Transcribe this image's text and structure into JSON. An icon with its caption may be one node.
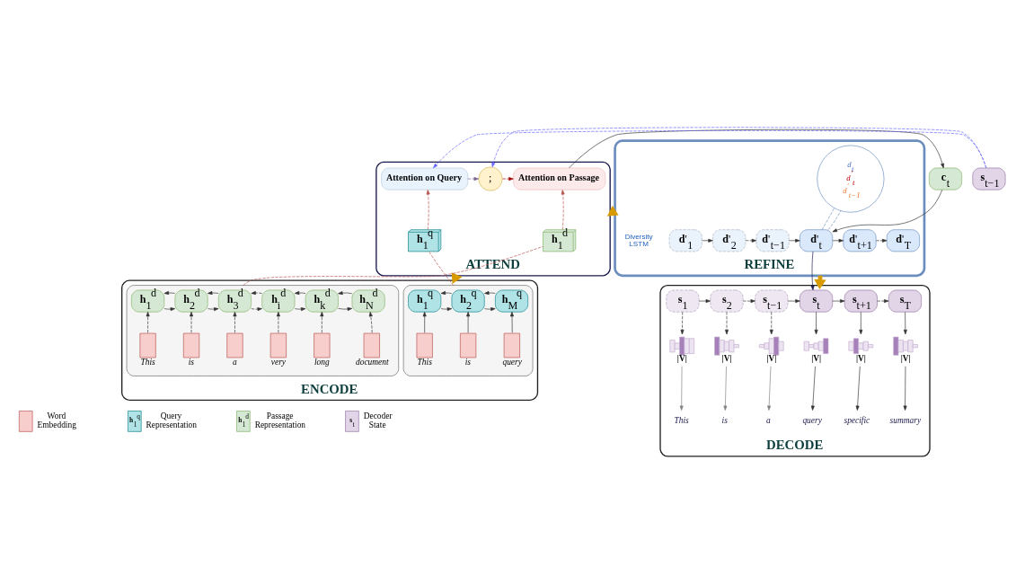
{
  "diagram": {
    "nodes": [
      {
        "text": [
          "ATTEND"
        ]
      },
      {
        "text": [
          "Attention on Query"
        ],
        "in": 0
      },
      {
        "text": [
          ";"
        ],
        "in": 0
      },
      {
        "text": [
          "Attention on Passage"
        ],
        "in": 0
      },
      {
        "text": [
          "**h**$_{1}$$^{q}$"
        ],
        "in": 0
      },
      {
        "text": [
          "**h**$_{1}$$^{d}$"
        ],
        "in": 0
      },
      {
        "text": [
          "**s**$_{t−1}$"
        ]
      },
      {
        "text": [
          "**c**$_{t}$"
        ]
      },
      {
        "text": [
          "REFINE"
        ]
      },
      {
        "text": [
          "d$_{t}$",
          "d$^{′}$$_{t}$",
          "d$^{′}$$_{t−1}$"
        ],
        "in": 8
      },
      {
        "text": [
          "**d**'$_{1}$"
        ],
        "in": 8
      },
      {
        "text": [
          "**d**'$_{2}$"
        ],
        "in": 8
      },
      {
        "text": [
          "**d**'$_{t−1}$"
        ],
        "in": 8
      },
      {
        "text": [
          "**d**'$_{t}$"
        ],
        "in": 8
      },
      {
        "text": [
          "**d**'$_{t+1}$"
        ],
        "in": 8
      },
      {
        "text": [
          "**d**'$_{T}$"
        ],
        "in": 8
      },
      {
        "text": [
          "ENCODE"
        ]
      },
      {
        "text": [],
        "shape": "box",
        "in": 16
      },
      {
        "text": [
          "**h**$_{1}$$^{q}$"
        ],
        "in": 17
      },
      {
        "text": [
          "**h**$_{2}$$^{q}$"
        ],
        "in": 17
      },
      {
        "text": [
          "**h**$_{M}$$^{q}$"
        ],
        "in": 17
      },
      {
        "text": [],
        "shape": "box",
        "in": 17,
        "beside": [
          "This"
        ]
      },
      {
        "text": [],
        "shape": "box",
        "in": 17,
        "beside": [
          "is"
        ]
      },
      {
        "text": [],
        "shape": "box",
        "in": 17,
        "beside": [
          "query"
        ]
      },
      {
        "text": [],
        "shape": "box",
        "in": 16
      },
      {
        "text": [
          "**h**$_{1}$$^{d}$"
        ],
        "in": 24
      },
      {
        "text": [
          "**h**$_{2}$$^{d}$"
        ],
        "in": 24
      },
      {
        "text": [
          "**h**$_{3}$$^{d}$"
        ],
        "in": 24
      },
      {
        "text": [
          "**h**$_{i}$$^{d}$"
        ],
        "in": 24
      },
      {
        "text": [
          "**h**$_{k}$$^{d}$"
        ],
        "in": 24
      },
      {
        "text": [
          "**h**$_{N}$$^{d}$"
        ],
        "in": 24
      },
      {
        "text": [],
        "shape": "box",
        "in": 24,
        "beside": [
          "This"
        ]
      },
      {
        "text": [],
        "shape": "box",
        "in": 24,
        "beside": [
          "is"
        ]
      },
      {
        "text": [],
        "shape": "box",
        "in": 24,
        "beside": [
          "a"
        ]
      },
      {
        "text": [],
        "shape": "box",
        "in": 24,
        "beside": [
          "very"
        ]
      },
      {
        "text": [],
        "shape": "box",
        "in": 24,
        "beside": [
          "long"
        ]
      },
      {
        "text": [],
        "shape": "box",
        "in": 24,
        "beside": [
          "document"
        ]
      },
      {
        "text": [
          "DECODE"
        ]
      },
      {
        "text": [
          "**s**$_{1}$"
        ],
        "in": 37
      },
      {
        "text": [
          "**s**$_{2}$"
        ],
        "in": 37
      },
      {
        "text": [
          "**s**$_{t−1}$"
        ],
        "in": 37
      },
      {
        "text": [
          "**s**$_{t}$"
        ],
        "in": 37
      },
      {
        "text": [
          "**s**$_{t+1}$"
        ],
        "in": 37
      },
      {
        "text": [
          "**s**$_{T}$"
        ],
        "in": 37
      },
      {
        "text": [],
        "shape": "bar",
        "in": 37,
        "beside": [
          "|V|"
        ]
      },
      {
        "text": [],
        "shape": "bar",
        "in": 37,
        "beside": [
          "|V|"
        ]
      },
      {
        "text": [],
        "shape": "bar",
        "in": 37,
        "beside": [
          "|V|"
        ]
      },
      {
        "text": [],
        "shape": "bar",
        "in": 37,
        "beside": [
          "|V|"
        ]
      },
      {
        "text": [],
        "shape": "bar",
        "in": 37,
        "beside": [
          "|V|"
        ]
      },
      {
        "text": [],
        "shape": "bar",
        "in": 37,
        "beside": [
          "|V|"
        ]
      },
      {
        "text": [
          "This"
        ],
        "in": 37
      },
      {
        "text": [
          "is"
        ],
        "in": 37
      },
      {
        "text": [
          "a"
        ],
        "in": 37
      },
      {
        "text": [
          "query"
        ],
        "in": 37
      },
      {
        "text": [
          "specific"
        ],
        "in": 37
      },
      {
        "text": [
          "summary"
        ],
        "in": 37
      }
    ],
    "edges": [
      {
        "from": 6,
        "to": 1,
        "arrow": "to",
        "style": "dashed",
        "color": "#6666ff"
      },
      {
        "from": 6,
        "to": 2,
        "arrow": "to",
        "style": "dashed",
        "color": "#6666ff"
      },
      {
        "from": 1,
        "to": 2,
        "arrow": "to",
        "style": "dashed",
        "color": "#76608a"
      },
      {
        "from": 2,
        "to": 3,
        "arrow": "to",
        "style": "dashed",
        "color": "#a50000"
      },
      {
        "from": 4,
        "to": 1,
        "arrow": "to",
        "style": "dashed",
        "color": "#b85450"
      },
      {
        "from": 5,
        "to": 3,
        "arrow": "to",
        "style": "dashed",
        "color": "#b85450"
      },
      {
        "from": 3,
        "to": 7,
        "arrow": "to"
      },
      {
        "from": 7,
        "to": 13,
        "arrow": "to"
      },
      {
        "from": 17,
        "to": 4,
        "arrow": "none",
        "style": "dashed",
        "color": "#b85450"
      },
      {
        "from": 24,
        "to": 5,
        "arrow": "none",
        "style": "dashed",
        "color": "#b85450"
      },
      {
        "from": 10,
        "to": 11,
        "arrow": "to"
      },
      {
        "from": 11,
        "to": 12,
        "arrow": "to",
        "style": "dashed"
      },
      {
        "from": 12,
        "to": 13,
        "arrow": "to"
      },
      {
        "from": 13,
        "to": 14,
        "arrow": "to"
      },
      {
        "from": 14,
        "to": 15,
        "arrow": "to",
        "style": "dashed"
      },
      {
        "from": 13,
        "to": 9,
        "arrow": "none",
        "style": "dashed",
        "color": "#6c8ebf"
      },
      {
        "from": 13,
        "to": 9,
        "arrow": "none",
        "style": "dashed",
        "color": "#6c8ebf"
      },
      {
        "from": 13,
        "to": 41,
        "arrow": "to",
        "color": "#1a1a4e"
      },
      {
        "from": 18,
        "to": 19,
        "arrow": "to"
      },
      {
        "from": 19,
        "to": 18,
        "arrow": "to"
      },
      {
        "from": 19,
        "to": 20,
        "arrow": "to"
      },
      {
        "from": 20,
        "to": 19,
        "arrow": "to"
      },
      {
        "from": 21,
        "to": 18,
        "arrow": "to"
      },
      {
        "from": 22,
        "to": 19,
        "arrow": "to"
      },
      {
        "from": 23,
        "to": 20,
        "arrow": "to"
      },
      {
        "from": 25,
        "to": 26,
        "arrow": "to"
      },
      {
        "from": 26,
        "to": 25,
        "arrow": "to"
      },
      {
        "from": 26,
        "to": 27,
        "arrow": "to"
      },
      {
        "from": 27,
        "to": 26,
        "arrow": "to"
      },
      {
        "from": 27,
        "to": 28,
        "arrow": "to",
        "style": "dashed"
      },
      {
        "from": 28,
        "to": 27,
        "arrow": "to",
        "style": "dashed"
      },
      {
        "from": 28,
        "to": 29,
        "arrow": "to"
      },
      {
        "from": 29,
        "to": 28,
        "arrow": "to"
      },
      {
        "from": 29,
        "to": 30,
        "arrow": "to"
      },
      {
        "from": 30,
        "to": 29,
        "arrow": "to"
      },
      {
        "from": 31,
        "to": 25,
        "arrow": "to",
        "style": "dashed"
      },
      {
        "from": 32,
        "to": 26,
        "arrow": "to",
        "style": "dashed"
      },
      {
        "from": 33,
        "to": 27,
        "arrow": "to",
        "style": "dashed"
      },
      {
        "from": 34,
        "to": 28,
        "arrow": "to",
        "style": "dashed"
      },
      {
        "from": 35,
        "to": 29,
        "arrow": "to",
        "style": "dashed"
      },
      {
        "from": 36,
        "to": 30,
        "arrow": "to",
        "style": "dashed"
      },
      {
        "from": 38,
        "to": 39,
        "arrow": "to"
      },
      {
        "from": 39,
        "to": 40,
        "arrow": "to",
        "style": "dashed"
      },
      {
        "from": 40,
        "to": 41,
        "arrow": "to"
      },
      {
        "from": 41,
        "to": 42,
        "arrow": "to"
      },
      {
        "from": 42,
        "to": 43,
        "arrow": "to",
        "style": "dashed"
      },
      {
        "from": 38,
        "to": 44,
        "arrow": "to",
        "style": "dashed"
      },
      {
        "from": 39,
        "to": 45,
        "arrow": "to",
        "style": "dashed"
      },
      {
        "from": 40,
        "to": 46,
        "arrow": "to",
        "style": "dashed"
      },
      {
        "from": 41,
        "to": 47,
        "arrow": "to"
      },
      {
        "from": 42,
        "to": 48,
        "arrow": "to"
      },
      {
        "from": 43,
        "to": 49,
        "arrow": "to"
      },
      {
        "from": 44,
        "to": 50,
        "arrow": "to",
        "color": "#808080"
      },
      {
        "from": 45,
        "to": 51,
        "arrow": "to",
        "color": "#808080"
      },
      {
        "from": 46,
        "to": 52,
        "arrow": "to",
        "color": "#808080"
      },
      {
        "from": 47,
        "to": 53,
        "arrow": "to"
      },
      {
        "from": 48,
        "to": 54,
        "arrow": "to"
      },
      {
        "from": 49,
        "to": 55,
        "arrow": "to"
      },
      {
        "from": 16,
        "to": 0,
        "arrow": "to",
        "style": "thick",
        "color": "#d79b00"
      },
      {
        "from": 0,
        "to": 8,
        "arrow": "to",
        "style": "thick",
        "color": "#d79b00"
      },
      {
        "from": 8,
        "to": 37,
        "arrow": "to",
        "style": "thick",
        "color": "#d79b00"
      }
    ],
    "labels": [
      "Diversity LSTM",
      "**h**$_{1}$$^{q}$",
      "**h**$_{1}$$^{d}$",
      "**s**$_{t}$"
    ],
    "legend": [
      {
        "text": "Word Embedding",
        "color": "#f8cecc"
      },
      {
        "text": "Query Representation",
        "color": "#b0e3e6"
      },
      {
        "text": "Passage Representation",
        "color": "#d5e8d4"
      },
      {
        "text": "Decoder State",
        "color": "#e1d5e7"
      }
    ]
  }
}
